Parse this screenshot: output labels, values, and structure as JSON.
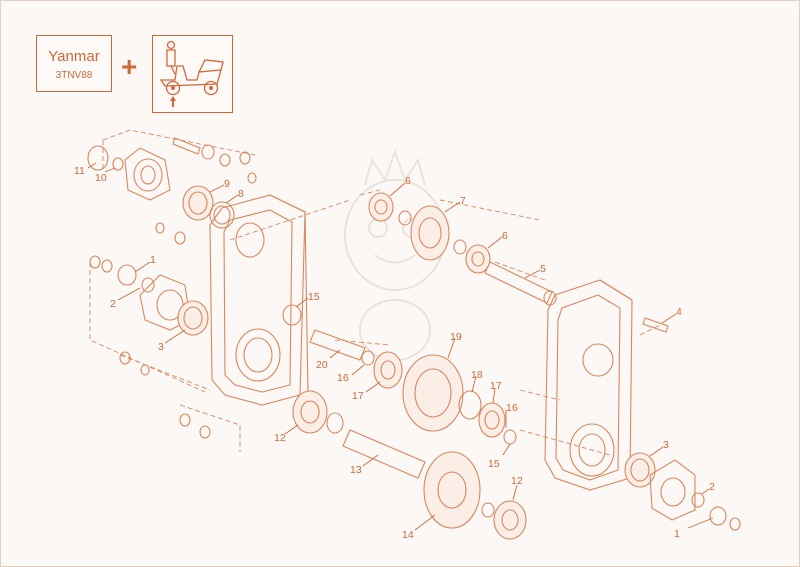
{
  "header": {
    "brand": "Yanmar",
    "engine_model": "3TNV88"
  },
  "callouts": [
    {
      "id": "c1a",
      "label": "1"
    },
    {
      "id": "c2a",
      "label": "2"
    },
    {
      "id": "c3a",
      "label": "3"
    },
    {
      "id": "c4",
      "label": "4"
    },
    {
      "id": "c5",
      "label": "5"
    },
    {
      "id": "c6a",
      "label": "6"
    },
    {
      "id": "c6b",
      "label": "6"
    },
    {
      "id": "c7",
      "label": "7"
    },
    {
      "id": "c8",
      "label": "8"
    },
    {
      "id": "c9",
      "label": "9"
    },
    {
      "id": "c10",
      "label": "10"
    },
    {
      "id": "c11",
      "label": "11"
    },
    {
      "id": "c12a",
      "label": "12"
    },
    {
      "id": "c12b",
      "label": "12"
    },
    {
      "id": "c13",
      "label": "13"
    },
    {
      "id": "c14",
      "label": "14"
    },
    {
      "id": "c15a",
      "label": "15"
    },
    {
      "id": "c15b",
      "label": "15"
    },
    {
      "id": "c16a",
      "label": "16"
    },
    {
      "id": "c16b",
      "label": "16"
    },
    {
      "id": "c17a",
      "label": "17"
    },
    {
      "id": "c17b",
      "label": "17"
    },
    {
      "id": "c18",
      "label": "18"
    },
    {
      "id": "c19",
      "label": "19"
    },
    {
      "id": "c20",
      "label": "20"
    },
    {
      "id": "c3b",
      "label": "3"
    },
    {
      "id": "c2b",
      "label": "2"
    },
    {
      "id": "c1b",
      "label": "1"
    }
  ],
  "colors": {
    "accent": "#d0683a",
    "line": "#d8875f",
    "background": "#fcf8f5"
  }
}
